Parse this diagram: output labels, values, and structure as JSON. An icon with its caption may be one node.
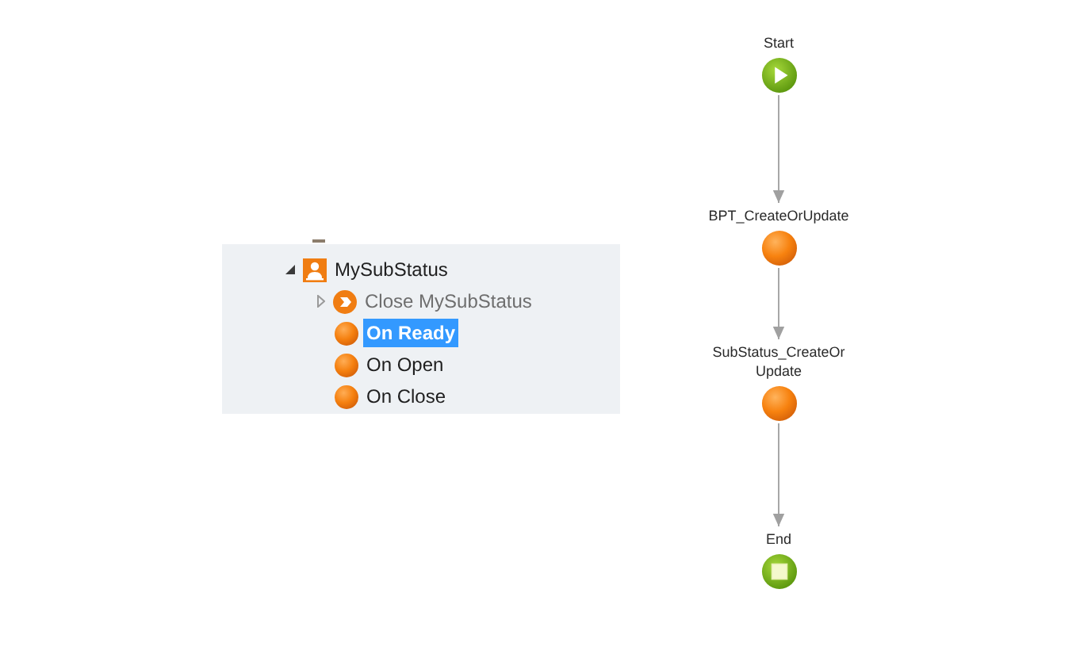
{
  "diagram": {
    "nodes": [
      {
        "text": [
          "Start"
        ]
      },
      {
        "text": [
          "BPT_CreateOrUpdate"
        ]
      },
      {
        "text": [
          "SubStatus_CreateOrUpdate"
        ]
      },
      {
        "text": [
          "End"
        ]
      }
    ],
    "edges": [
      {
        "from": 0,
        "to": 1,
        "arrow": "to"
      },
      {
        "from": 1,
        "to": 2,
        "arrow": "to"
      },
      {
        "from": 2,
        "to": 3,
        "arrow": "to"
      }
    ],
    "labels": [
      "MySubStatus",
      "Close MySubStatus",
      "On Ready",
      "On Open",
      "On Close"
    ]
  }
}
